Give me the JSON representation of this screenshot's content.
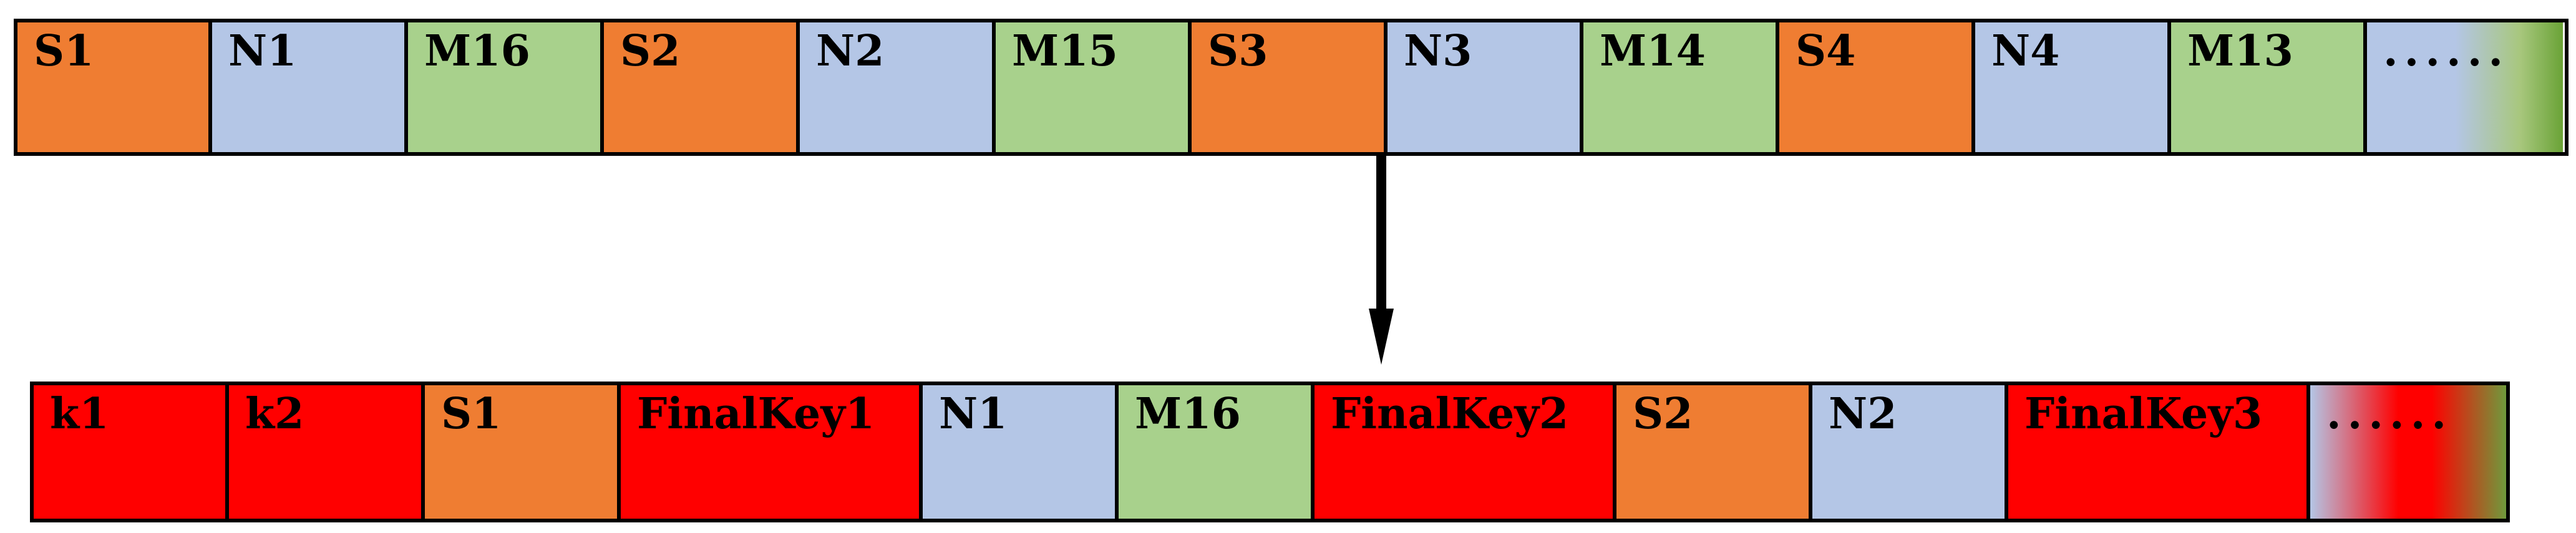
{
  "top_row": [
    {
      "label": "S1",
      "color": "#ef7d32"
    },
    {
      "label": "N1",
      "color": "#b4c6e6"
    },
    {
      "label": "M16",
      "color": "#a8d18c"
    },
    {
      "label": "S2",
      "color": "#ef7d32"
    },
    {
      "label": "N2",
      "color": "#b4c6e6"
    },
    {
      "label": "M15",
      "color": "#a8d18c"
    },
    {
      "label": "S3",
      "color": "#ef7d32"
    },
    {
      "label": "N3",
      "color": "#b4c6e6"
    },
    {
      "label": "M14",
      "color": "#a8d18c"
    },
    {
      "label": "S4",
      "color": "#ef7d32"
    },
    {
      "label": "N4",
      "color": "#b4c6e6"
    },
    {
      "label": "M13",
      "color": "#a8d18c"
    },
    {
      "label": "......",
      "color": "gradient blue-green"
    }
  ],
  "bottom_row": [
    {
      "label": "k1",
      "color": "#ff0000"
    },
    {
      "label": "k2",
      "color": "#ff0000"
    },
    {
      "label": "S1",
      "color": "#ef7d32"
    },
    {
      "label": "FinalKey1",
      "color": "#ff0000"
    },
    {
      "label": "N1",
      "color": "#b4c6e6"
    },
    {
      "label": "M16",
      "color": "#a8d18c"
    },
    {
      "label": "FinalKey2",
      "color": "#ff0000"
    },
    {
      "label": "S2",
      "color": "#ef7d32"
    },
    {
      "label": "N2",
      "color": "#b4c6e6"
    },
    {
      "label": "FinalKey3",
      "color": "#ff0000"
    },
    {
      "label": "......",
      "color": "gradient blue-red-green"
    }
  ],
  "arrow": {
    "direction": "down",
    "color": "#000000"
  }
}
